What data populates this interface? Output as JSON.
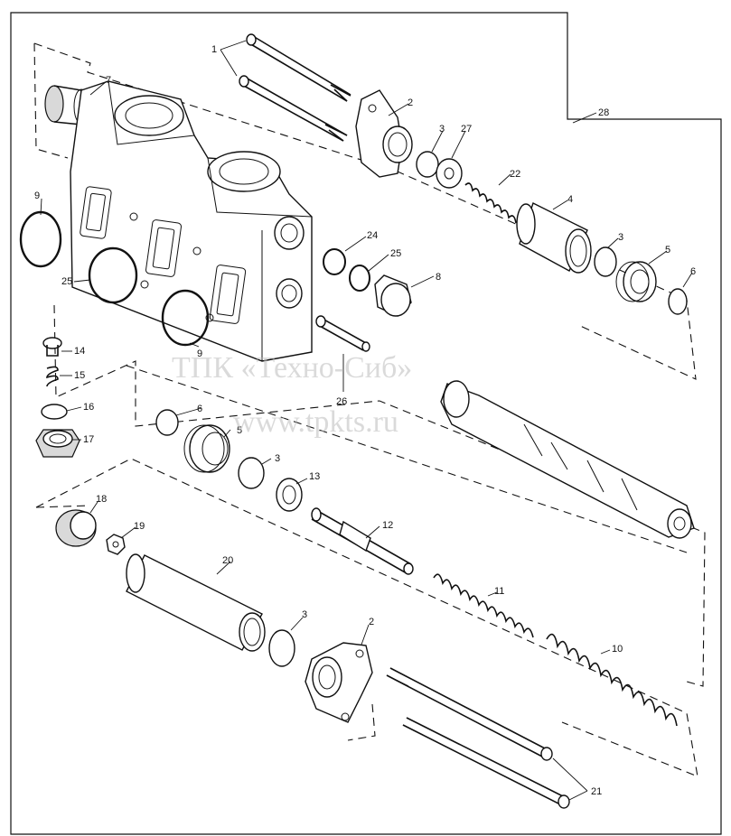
{
  "labels": {
    "p1": "1",
    "p2a": "2",
    "p2b": "2",
    "p3a": "3",
    "p3b": "3",
    "p3c": "3",
    "p3d": "3",
    "p4": "4",
    "p5a": "5",
    "p5b": "5",
    "p6a": "6",
    "p6b": "6",
    "p7": "7",
    "p8": "8",
    "p9a": "9",
    "p9b": "9",
    "p10": "10",
    "p11": "11",
    "p12": "12",
    "p13": "13",
    "p14": "14",
    "p15": "15",
    "p16": "16",
    "p17": "17",
    "p18": "18",
    "p19": "19",
    "p20": "20",
    "p21": "21",
    "p22": "22",
    "p24": "24",
    "p25a": "25",
    "p25b": "25",
    "p26": "26",
    "p27": "27",
    "p28": "28"
  },
  "watermark": {
    "line1": "ТПК «Техно-Сиб»",
    "line2": "www.tpkts.ru"
  }
}
